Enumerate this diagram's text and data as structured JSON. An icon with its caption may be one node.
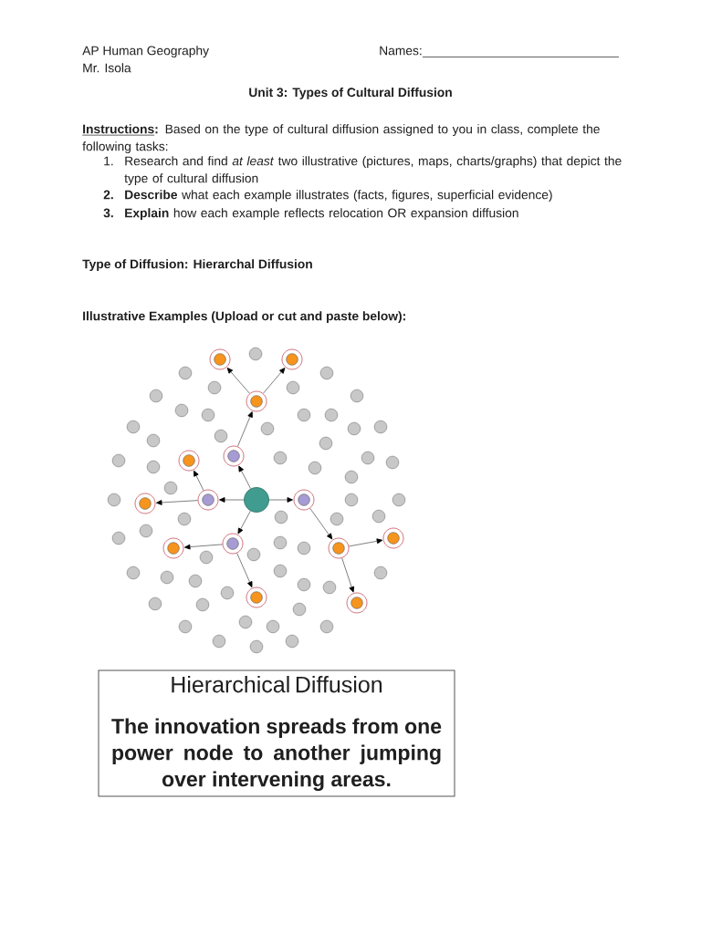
{
  "diagram": {
    "title": "Unit 3: Types of Cultural Diffusion",
    "nodes": [
      {
        "text": [],
        "shape": "circle"
      },
      {
        "text": [],
        "shape": "circle"
      },
      {
        "text": [],
        "shape": "circle"
      },
      {
        "text": [],
        "shape": "circle"
      },
      {
        "text": [],
        "shape": "circle"
      },
      {
        "text": [],
        "shape": "circle"
      },
      {
        "text": [],
        "shape": "circle"
      },
      {
        "text": [],
        "shape": "circle"
      },
      {
        "text": [],
        "shape": "circle"
      },
      {
        "text": [],
        "shape": "circle"
      },
      {
        "text": [],
        "shape": "circle"
      },
      {
        "text": [],
        "shape": "circle"
      },
      {
        "text": [],
        "shape": "circle"
      },
      {
        "text": [],
        "shape": "circle"
      },
      {
        "text": [],
        "shape": "circle"
      },
      {
        "text": [
          "Hierarchical Diffusion",
          "The innovation spreads from one power node to another jumping over intervening areas."
        ]
      }
    ],
    "edges": [
      {
        "from": 7,
        "to": 3,
        "arrow": "to"
      },
      {
        "from": 3,
        "to": 2,
        "arrow": "to"
      },
      {
        "from": 2,
        "to": 0,
        "arrow": "to"
      },
      {
        "from": 2,
        "to": 1,
        "arrow": "to"
      },
      {
        "from": 7,
        "to": 6,
        "arrow": "to"
      },
      {
        "from": 6,
        "to": 4,
        "arrow": "to"
      },
      {
        "from": 6,
        "to": 5,
        "arrow": "to"
      },
      {
        "from": 7,
        "to": 8,
        "arrow": "to"
      },
      {
        "from": 8,
        "to": 12,
        "arrow": "to"
      },
      {
        "from": 12,
        "to": 9,
        "arrow": "to"
      },
      {
        "from": 12,
        "to": 14,
        "arrow": "to"
      },
      {
        "from": 7,
        "to": 10,
        "arrow": "to"
      },
      {
        "from": 10,
        "to": 11,
        "arrow": "to"
      },
      {
        "from": 10,
        "to": 13,
        "arrow": "to"
      }
    ],
    "labels": [
      "AP Human Geography",
      "Names:",
      "Mr. Isola",
      "**Instructions:** Based on the type of cultural diffusion assigned to you in class, complete the following tasks:",
      "1.",
      "Research and find *at least* two illustrative (pictures, maps, charts/graphs) that depict the type of cultural diffusion",
      "2.",
      "**Describe** what each example illustrates (facts, figures, superficial evidence)",
      "3.",
      "**Explain** how each example reflects relocation OR expansion diffusion",
      "Type of Diffusion: Hierarchal Diffusion",
      "Illustrative Examples (Upload or cut and paste below):"
    ]
  }
}
